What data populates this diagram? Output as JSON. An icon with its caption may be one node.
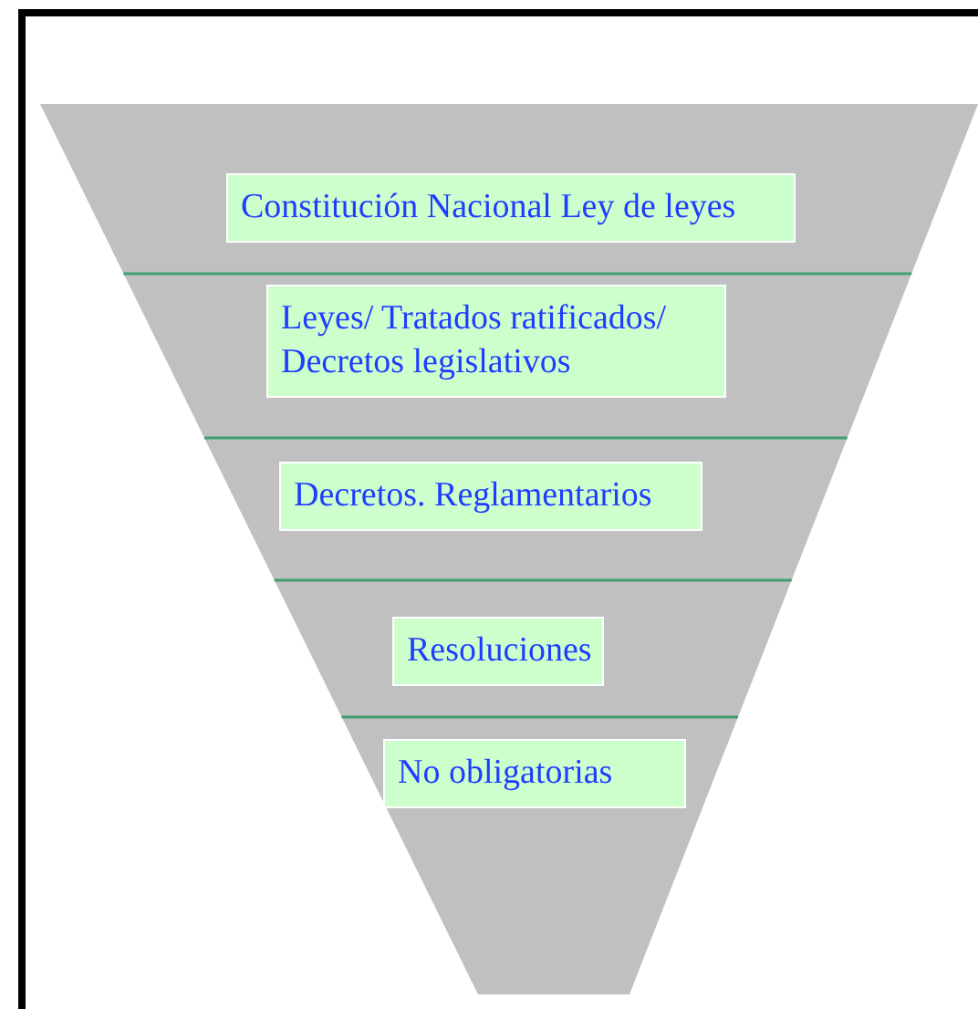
{
  "diagram": {
    "nodes": [
      {
        "text": [],
        "shape": "funnel"
      },
      {
        "text": [
          "Constitución Nacional Ley de leyes"
        ],
        "in": 0
      },
      {
        "text": [
          "Leyes/ Tratados ratificados/ Decretos legislativos"
        ],
        "in": 0
      },
      {
        "text": [
          "Decretos. Reglamentarios"
        ],
        "in": 0
      },
      {
        "text": [
          "Resoluciones"
        ],
        "in": 0
      },
      {
        "text": [
          "No obligatorias"
        ],
        "in": 0
      }
    ],
    "edges": []
  }
}
